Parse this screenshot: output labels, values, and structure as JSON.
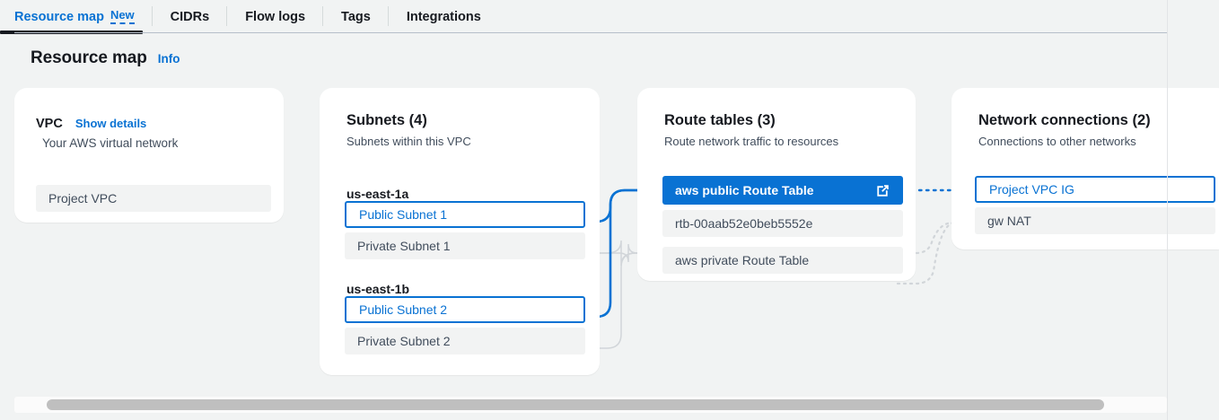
{
  "tabs": [
    {
      "label": "Resource map",
      "badge": "New",
      "active": true
    },
    {
      "label": "CIDRs",
      "active": false
    },
    {
      "label": "Flow logs",
      "active": false
    },
    {
      "label": "Tags",
      "active": false
    },
    {
      "label": "Integrations",
      "active": false
    }
  ],
  "header": {
    "title": "Resource map",
    "info_label": "Info"
  },
  "vpc_card": {
    "label": "VPC",
    "show_details_label": "Show details",
    "subtitle": "Your AWS virtual network",
    "items": [
      {
        "label": "Project VPC",
        "state": "plain"
      }
    ]
  },
  "subnets_card": {
    "title": "Subnets (4)",
    "subtitle": "Subnets within this VPC",
    "groups": [
      {
        "az": "us-east-1a",
        "items": [
          {
            "label": "Public Subnet 1",
            "state": "outlined"
          },
          {
            "label": "Private Subnet 1",
            "state": "plain"
          }
        ]
      },
      {
        "az": "us-east-1b",
        "items": [
          {
            "label": "Public Subnet 2",
            "state": "outlined"
          },
          {
            "label": "Private Subnet 2",
            "state": "plain"
          }
        ]
      }
    ]
  },
  "route_tables_card": {
    "title": "Route tables (3)",
    "subtitle": "Route network traffic to resources",
    "items": [
      {
        "label": "aws public Route Table",
        "state": "selected",
        "icon": "external-link-icon"
      },
      {
        "label": "rtb-00aab52e0beb5552e",
        "state": "plain"
      },
      {
        "label": "aws private Route Table",
        "state": "plain"
      }
    ]
  },
  "network_connections_card": {
    "title": "Network connections (2)",
    "subtitle": "Connections to other networks",
    "items": [
      {
        "label": "Project VPC IG",
        "state": "outlined"
      },
      {
        "label": "gw NAT",
        "state": "plain"
      }
    ]
  },
  "colors": {
    "accent_blue": "#0972d3",
    "selected_fill": "#0972d3",
    "chip_grey": "#f2f3f3",
    "page_bg": "#f1f3f3",
    "wire_active": "#0972d3",
    "wire_idle": "#d1d5d9",
    "tab_underline": "#16191f"
  }
}
